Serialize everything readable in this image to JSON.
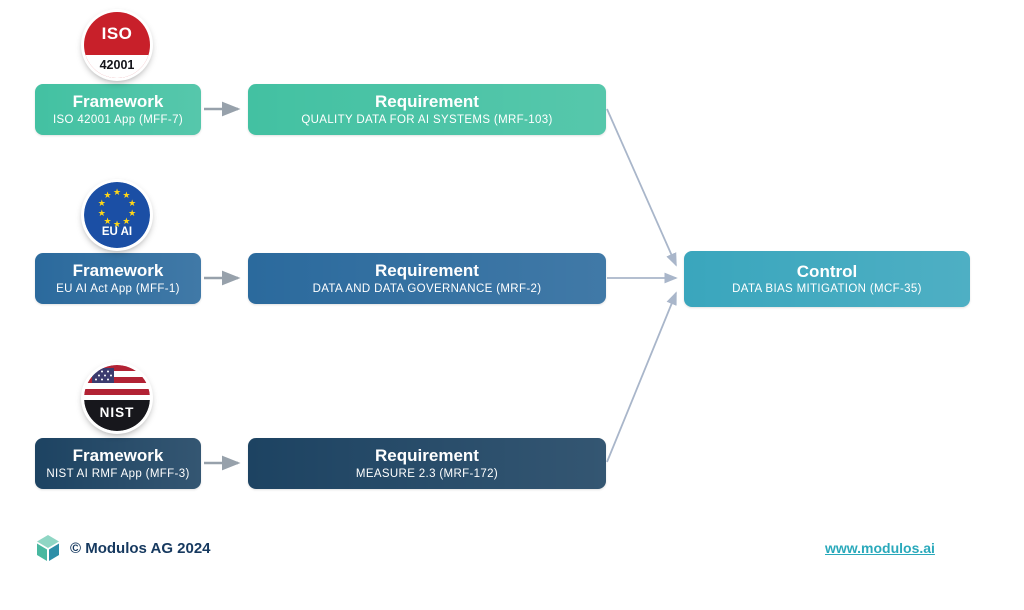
{
  "rows": [
    {
      "id": "iso",
      "badge": {
        "label_top": "ISO",
        "label_bottom": "42001"
      },
      "framework": {
        "title": "Framework",
        "subtitle": "ISO 42001 App (MFF-7)"
      },
      "requirement": {
        "title": "Requirement",
        "subtitle": "QUALITY DATA FOR AI SYSTEMS (MRF-103)"
      },
      "color": "#43c1a2"
    },
    {
      "id": "eu-ai-act",
      "badge": {
        "label": "EU AI"
      },
      "framework": {
        "title": "Framework",
        "subtitle": "EU AI Act App (MFF-1)"
      },
      "requirement": {
        "title": "Requirement",
        "subtitle": "DATA AND DATA GOVERNANCE (MRF-2)"
      },
      "color": "#2b6a9d"
    },
    {
      "id": "nist",
      "badge": {
        "label": "NIST"
      },
      "framework": {
        "title": "Framework",
        "subtitle": "NIST AI RMF App (MFF-3)"
      },
      "requirement": {
        "title": "Requirement",
        "subtitle": "MEASURE 2.3 (MRF-172)"
      },
      "color": "#1d4362"
    }
  ],
  "control": {
    "title": "Control",
    "subtitle": "DATA BIAS MITIGATION (MCF-35)",
    "color": "#3aa6bd"
  },
  "footer": {
    "copyright": "© Modulos AG 2024",
    "link": "www.modulos.ai"
  },
  "palette": {
    "arrow": "#97a1ab",
    "connector": "#a9b6ca",
    "footer_text": "#16395f",
    "link": "#2aa9bb",
    "iso_red": "#c8202a",
    "eu_blue": "#1b4fa5",
    "flag_red": "#b22234",
    "flag_blue": "#3c3b6e"
  }
}
